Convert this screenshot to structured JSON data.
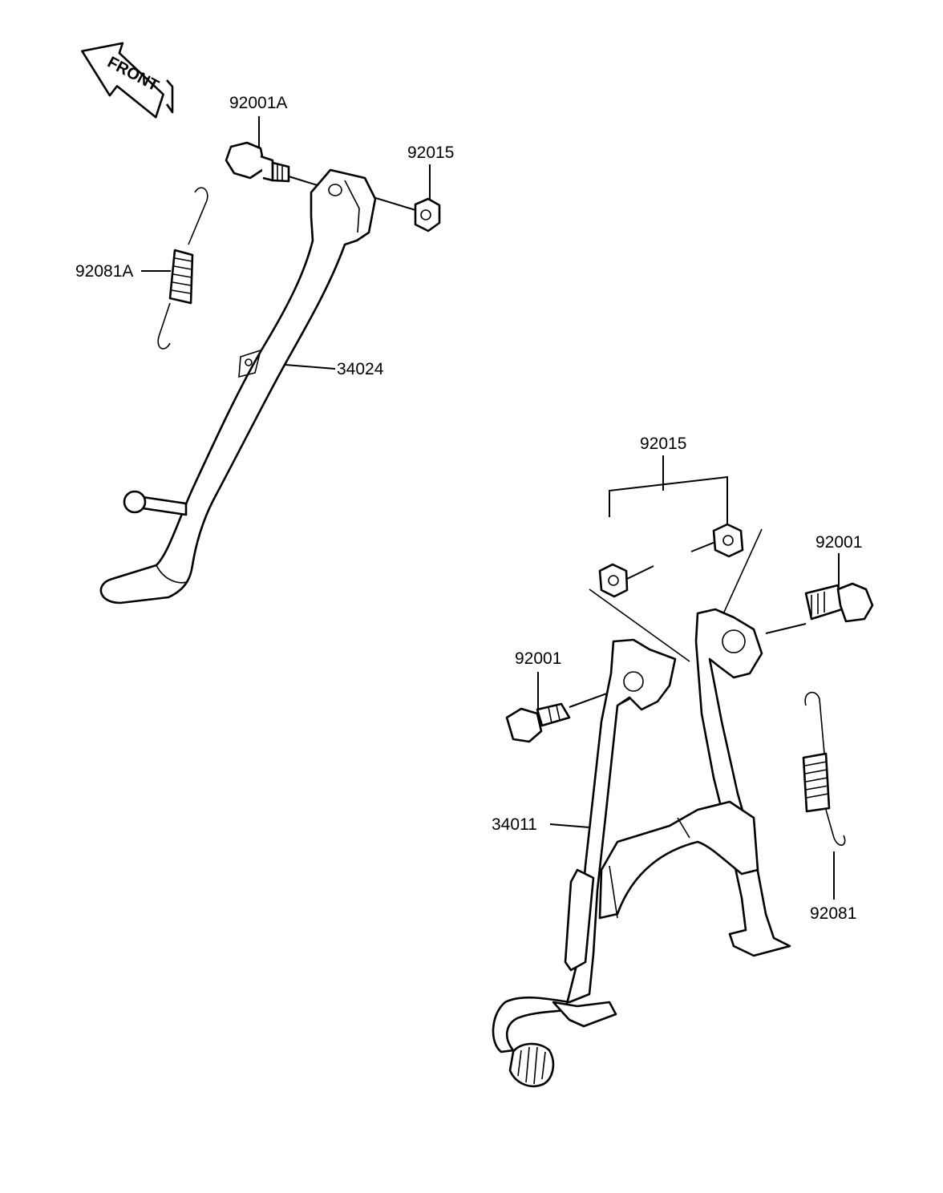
{
  "front_arrow": {
    "text": "FRONT"
  },
  "labels": {
    "bolt_side": "92001A",
    "nut_side": "92015",
    "spring_side": "92081A",
    "side_stand": "34024",
    "nuts_center": "92015",
    "bolt_center_right": "92001",
    "bolt_center_left": "92001",
    "center_stand": "34011",
    "spring_center": "92081"
  },
  "colors": {
    "ink": "#000000",
    "paper": "#ffffff"
  }
}
